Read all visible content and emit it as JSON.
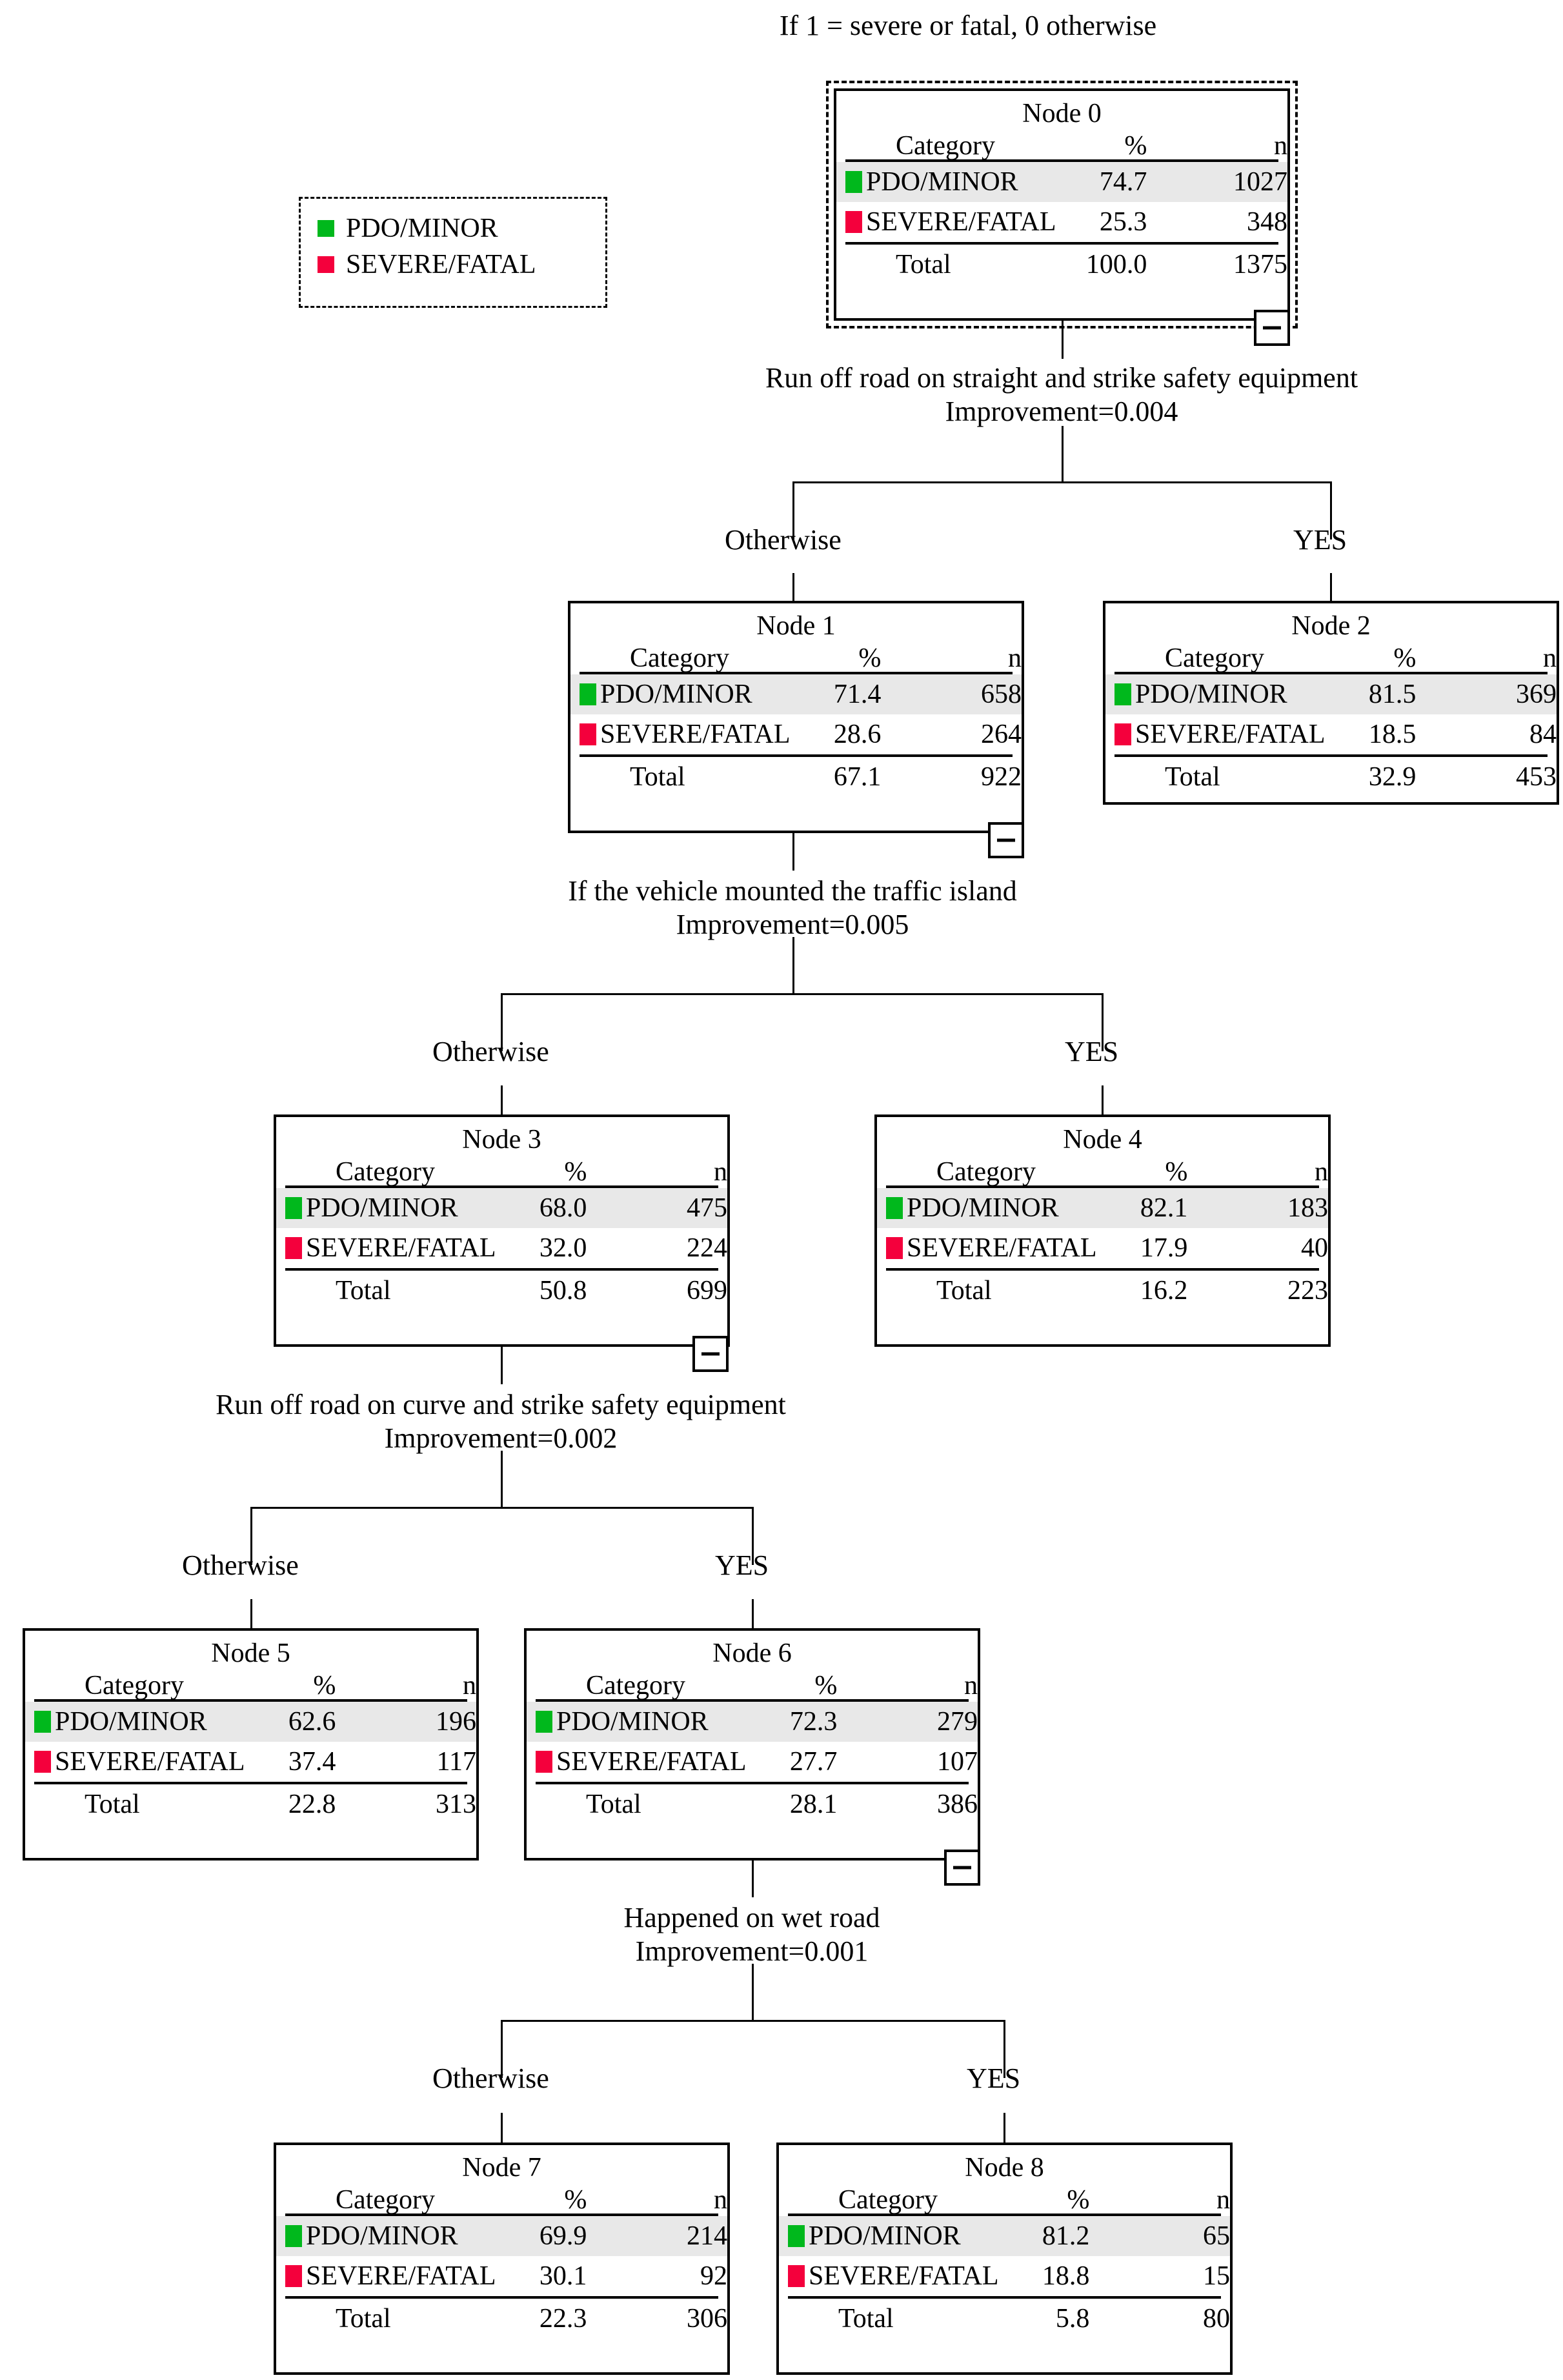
{
  "title": "If 1 = severe or fatal, 0 otherwise",
  "colors": {
    "pdo_minor": "#00B81C",
    "severe_fatal": "#F4003C",
    "row_highlight": "#e8e8e8",
    "border": "#000000",
    "background": "#ffffff"
  },
  "legend": {
    "name": "legend",
    "items": [
      {
        "label": "PDO/MINOR",
        "color": "#00B81C"
      },
      {
        "label": "SEVERE/FATAL",
        "color": "#F4003C"
      }
    ]
  },
  "table_headers": {
    "category": "Category",
    "pct": "%",
    "n": "n",
    "total": "Total"
  },
  "branch_labels": {
    "otherwise": "Otherwise",
    "yes": "YES"
  },
  "collapse_icon": "minus-icon",
  "chart_data": {
    "type": "tree",
    "title": "If 1 = severe or fatal, 0 otherwise",
    "target_categories": [
      "PDO/MINOR",
      "SEVERE/FATAL"
    ],
    "nodes": [
      {
        "id": 0,
        "title": "Node 0",
        "selected": true,
        "has_children": true,
        "rows": [
          {
            "category": "PDO/MINOR",
            "pct": "74.7",
            "n": "1027"
          },
          {
            "category": "SEVERE/FATAL",
            "pct": "25.3",
            "n": "348"
          }
        ],
        "total": {
          "label": "Total",
          "pct": "100.0",
          "n": "1375"
        }
      },
      {
        "id": 1,
        "title": "Node 1",
        "selected": false,
        "has_children": true,
        "rows": [
          {
            "category": "PDO/MINOR",
            "pct": "71.4",
            "n": "658"
          },
          {
            "category": "SEVERE/FATAL",
            "pct": "28.6",
            "n": "264"
          }
        ],
        "total": {
          "label": "Total",
          "pct": "67.1",
          "n": "922"
        }
      },
      {
        "id": 2,
        "title": "Node 2",
        "selected": false,
        "has_children": false,
        "rows": [
          {
            "category": "PDO/MINOR",
            "pct": "81.5",
            "n": "369"
          },
          {
            "category": "SEVERE/FATAL",
            "pct": "18.5",
            "n": "84"
          }
        ],
        "total": {
          "label": "Total",
          "pct": "32.9",
          "n": "453"
        }
      },
      {
        "id": 3,
        "title": "Node 3",
        "selected": false,
        "has_children": true,
        "rows": [
          {
            "category": "PDO/MINOR",
            "pct": "68.0",
            "n": "475"
          },
          {
            "category": "SEVERE/FATAL",
            "pct": "32.0",
            "n": "224"
          }
        ],
        "total": {
          "label": "Total",
          "pct": "50.8",
          "n": "699"
        }
      },
      {
        "id": 4,
        "title": "Node 4",
        "selected": false,
        "has_children": false,
        "rows": [
          {
            "category": "PDO/MINOR",
            "pct": "82.1",
            "n": "183"
          },
          {
            "category": "SEVERE/FATAL",
            "pct": "17.9",
            "n": "40"
          }
        ],
        "total": {
          "label": "Total",
          "pct": "16.2",
          "n": "223"
        }
      },
      {
        "id": 5,
        "title": "Node 5",
        "selected": false,
        "has_children": false,
        "rows": [
          {
            "category": "PDO/MINOR",
            "pct": "62.6",
            "n": "196"
          },
          {
            "category": "SEVERE/FATAL",
            "pct": "37.4",
            "n": "117"
          }
        ],
        "total": {
          "label": "Total",
          "pct": "22.8",
          "n": "313"
        }
      },
      {
        "id": 6,
        "title": "Node 6",
        "selected": false,
        "has_children": true,
        "rows": [
          {
            "category": "PDO/MINOR",
            "pct": "72.3",
            "n": "279"
          },
          {
            "category": "SEVERE/FATAL",
            "pct": "27.7",
            "n": "107"
          }
        ],
        "total": {
          "label": "Total",
          "pct": "28.1",
          "n": "386"
        }
      },
      {
        "id": 7,
        "title": "Node 7",
        "selected": false,
        "has_children": false,
        "rows": [
          {
            "category": "PDO/MINOR",
            "pct": "69.9",
            "n": "214"
          },
          {
            "category": "SEVERE/FATAL",
            "pct": "30.1",
            "n": "92"
          }
        ],
        "total": {
          "label": "Total",
          "pct": "22.3",
          "n": "306"
        }
      },
      {
        "id": 8,
        "title": "Node 8",
        "selected": false,
        "has_children": false,
        "rows": [
          {
            "category": "PDO/MINOR",
            "pct": "81.2",
            "n": "65"
          },
          {
            "category": "SEVERE/FATAL",
            "pct": "18.8",
            "n": "15"
          }
        ],
        "total": {
          "label": "Total",
          "pct": "5.8",
          "n": "80"
        }
      }
    ],
    "splits": [
      {
        "parent": 0,
        "variable": "Run off road on straight and strike safety equipment",
        "improvement": "Improvement=0.004",
        "children": [
          {
            "node": 1,
            "label": "Otherwise"
          },
          {
            "node": 2,
            "label": "YES"
          }
        ]
      },
      {
        "parent": 1,
        "variable": "If the vehicle mounted the traffic island",
        "improvement": "Improvement=0.005",
        "children": [
          {
            "node": 3,
            "label": "Otherwise"
          },
          {
            "node": 4,
            "label": "YES"
          }
        ]
      },
      {
        "parent": 3,
        "variable": "Run off road on curve and strike safety equipment",
        "improvement": "Improvement=0.002",
        "children": [
          {
            "node": 5,
            "label": "Otherwise"
          },
          {
            "node": 6,
            "label": "YES"
          }
        ]
      },
      {
        "parent": 6,
        "variable": "Happened on wet road",
        "improvement": "Improvement=0.001",
        "children": [
          {
            "node": 7,
            "label": "Otherwise"
          },
          {
            "node": 8,
            "label": "YES"
          }
        ]
      }
    ]
  }
}
